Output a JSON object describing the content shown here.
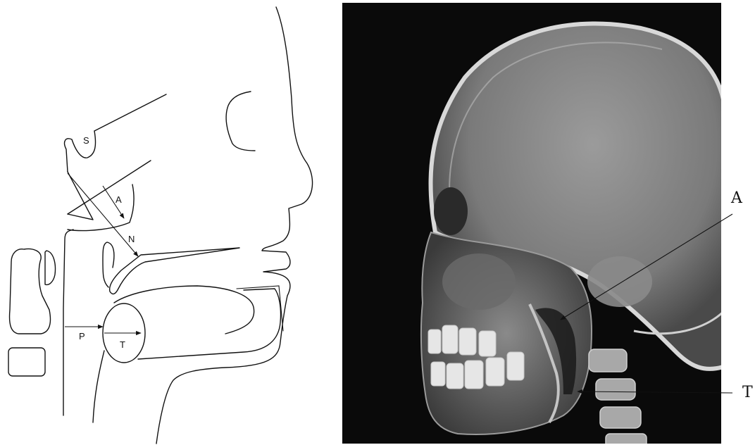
{
  "figure": {
    "panel_left": {
      "type": "line-drawing",
      "labels": {
        "s": "S",
        "a": "A",
        "n": "N",
        "p": "P",
        "t": "T"
      }
    },
    "panel_right": {
      "type": "lateral-cephalometric-radiograph",
      "labels": {
        "a": "A",
        "t": "T"
      }
    }
  },
  "colors": {
    "ink": "#111111",
    "film_background": "#0a0a0a",
    "bone": "#cfcfcf"
  }
}
